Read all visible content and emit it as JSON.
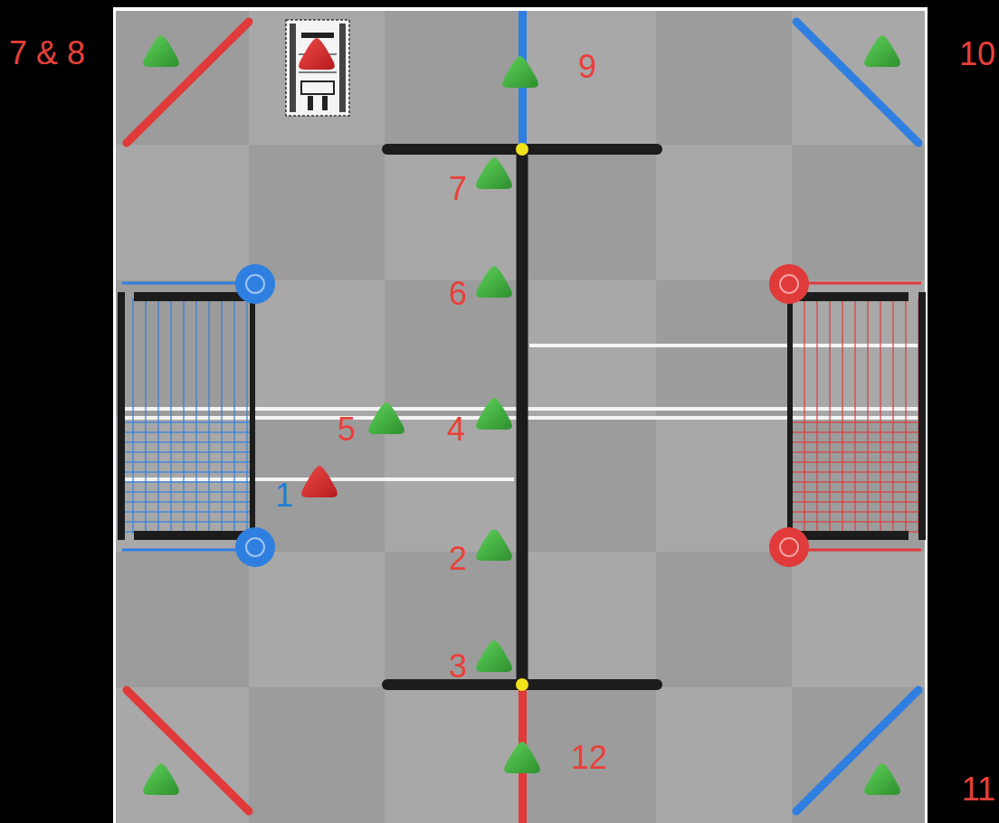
{
  "diagram": {
    "labels": [
      "7 & 8",
      "9",
      "10",
      "7",
      "6",
      "5",
      "4",
      "1",
      "2",
      "3",
      "12",
      "11"
    ]
  }
}
